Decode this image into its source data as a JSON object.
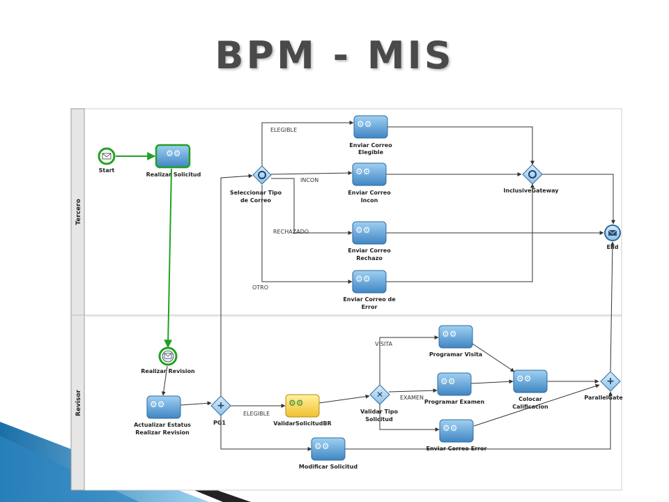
{
  "title": "BPM  -  MIS",
  "lanes": {
    "tercero": "Tercero",
    "revisor": "Revisor"
  },
  "events": {
    "start": "Start",
    "end": "End",
    "realizar_revision": "Realizar Revision"
  },
  "tasks": {
    "realizar_solicitud": "Realizar Solicitud",
    "enviar_elegible": [
      "Enviar Correo",
      "Elegible"
    ],
    "enviar_incon": [
      "Enviar Correo",
      "Incon"
    ],
    "enviar_rechazo": [
      "Enviar Correo",
      "Rechazo"
    ],
    "enviar_error": [
      "Enviar Correo de",
      "Error"
    ],
    "actualizar_estatus": [
      "Actualizar Estatus",
      "Realizar Revision"
    ],
    "validar_solicitud_br": "ValidarSolicitudBR",
    "programar_visita": "Programar Visita",
    "programar_examen": "Programar Examen",
    "enviar_correo_error": "Enviar Correo Error",
    "colocar_calificacion": [
      "Colocar",
      "Calificacion"
    ],
    "modificar_solicitud": "Modificar Solicitud"
  },
  "gateways": {
    "seleccionar_tipo": [
      "Seleccionar Tipo",
      "de Correo"
    ],
    "inclusive": "InclusiveGateway",
    "pg1": "PG1",
    "validar_tipo": [
      "Validar Tipo",
      "Solicitud"
    ],
    "parallel": "ParallelGate"
  },
  "flows": {
    "elegible": "ELEGIBLE",
    "incon": "INCON",
    "rechazado": "RECHAZADO",
    "otro": "OTRO",
    "pg1_elegible": "ELEGIBLE",
    "visita": "VISITA",
    "examen": "EXAMEN"
  },
  "colors": {
    "task_fill": "#5aa2d8",
    "task_stroke": "#2d6a9c",
    "br_fill": "#f6d75a",
    "highlight": "#22a022",
    "title": "#4a4a4a"
  }
}
